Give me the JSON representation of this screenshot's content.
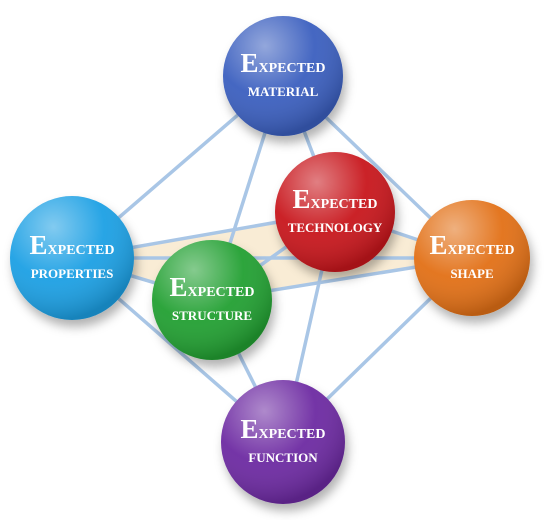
{
  "diagram": {
    "colors": {
      "line": "#a9c6e6",
      "fill_band": "#f8ead0",
      "material": "#3a5fbf",
      "technology": "#c8141c",
      "properties": "#1ea0e4",
      "shape": "#e27014",
      "structure": "#22a032",
      "function": "#6d2aa2"
    },
    "nodes": [
      {
        "id": "material",
        "line1": "Expected",
        "line2": "material"
      },
      {
        "id": "technology",
        "line1": "Expected",
        "line2": "technology"
      },
      {
        "id": "properties",
        "line1": "Expected",
        "line2": "properties"
      },
      {
        "id": "shape",
        "line1": "Expected",
        "line2": "shape"
      },
      {
        "id": "structure",
        "line1": "Expected",
        "line2": "structure"
      },
      {
        "id": "function",
        "line1": "Expected",
        "line2": "function"
      }
    ],
    "edges": [
      [
        "material",
        "properties"
      ],
      [
        "material",
        "shape"
      ],
      [
        "material",
        "technology"
      ],
      [
        "material",
        "structure"
      ],
      [
        "properties",
        "function"
      ],
      [
        "shape",
        "function"
      ],
      [
        "technology",
        "function"
      ],
      [
        "structure",
        "function"
      ],
      [
        "properties",
        "technology"
      ],
      [
        "properties",
        "shape"
      ],
      [
        "properties",
        "structure"
      ],
      [
        "technology",
        "shape"
      ],
      [
        "structure",
        "shape"
      ],
      [
        "structure",
        "technology"
      ]
    ]
  }
}
